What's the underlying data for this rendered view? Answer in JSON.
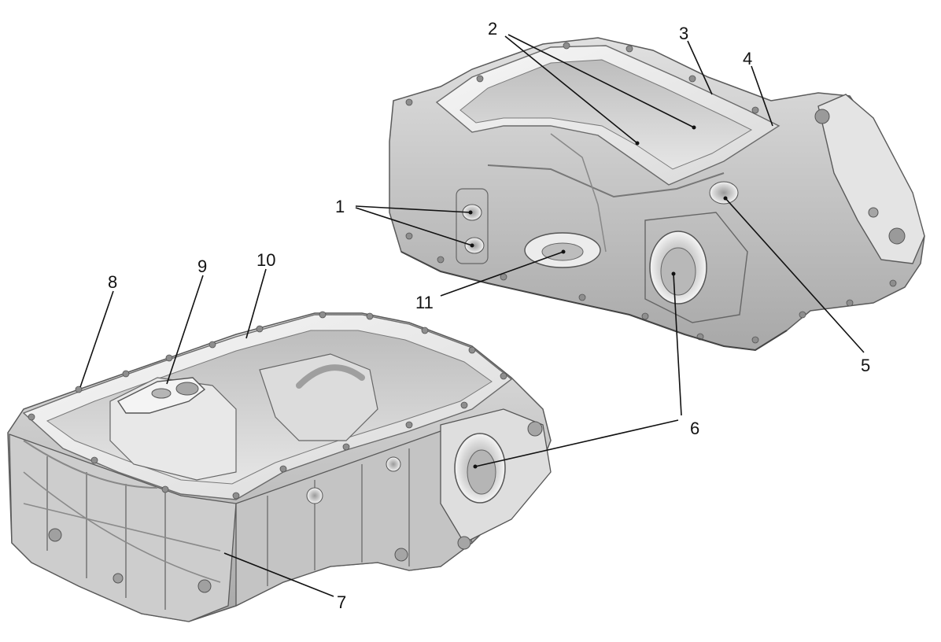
{
  "figure": {
    "callouts": [
      {
        "id": "c1",
        "label": "1"
      },
      {
        "id": "c2",
        "label": "2"
      },
      {
        "id": "c3",
        "label": "3"
      },
      {
        "id": "c4",
        "label": "4"
      },
      {
        "id": "c5",
        "label": "5"
      },
      {
        "id": "c6",
        "label": "6"
      },
      {
        "id": "c7",
        "label": "7"
      },
      {
        "id": "c8",
        "label": "8"
      },
      {
        "id": "c9",
        "label": "9"
      },
      {
        "id": "c10",
        "label": "10"
      },
      {
        "id": "c11",
        "label": "11"
      }
    ]
  },
  "colors": {
    "metal_light": "#f2f2f2",
    "metal_mid": "#cfcfcf",
    "metal_dark": "#8d8d8d",
    "outline": "#5a5a5a",
    "leader": "#111111"
  }
}
